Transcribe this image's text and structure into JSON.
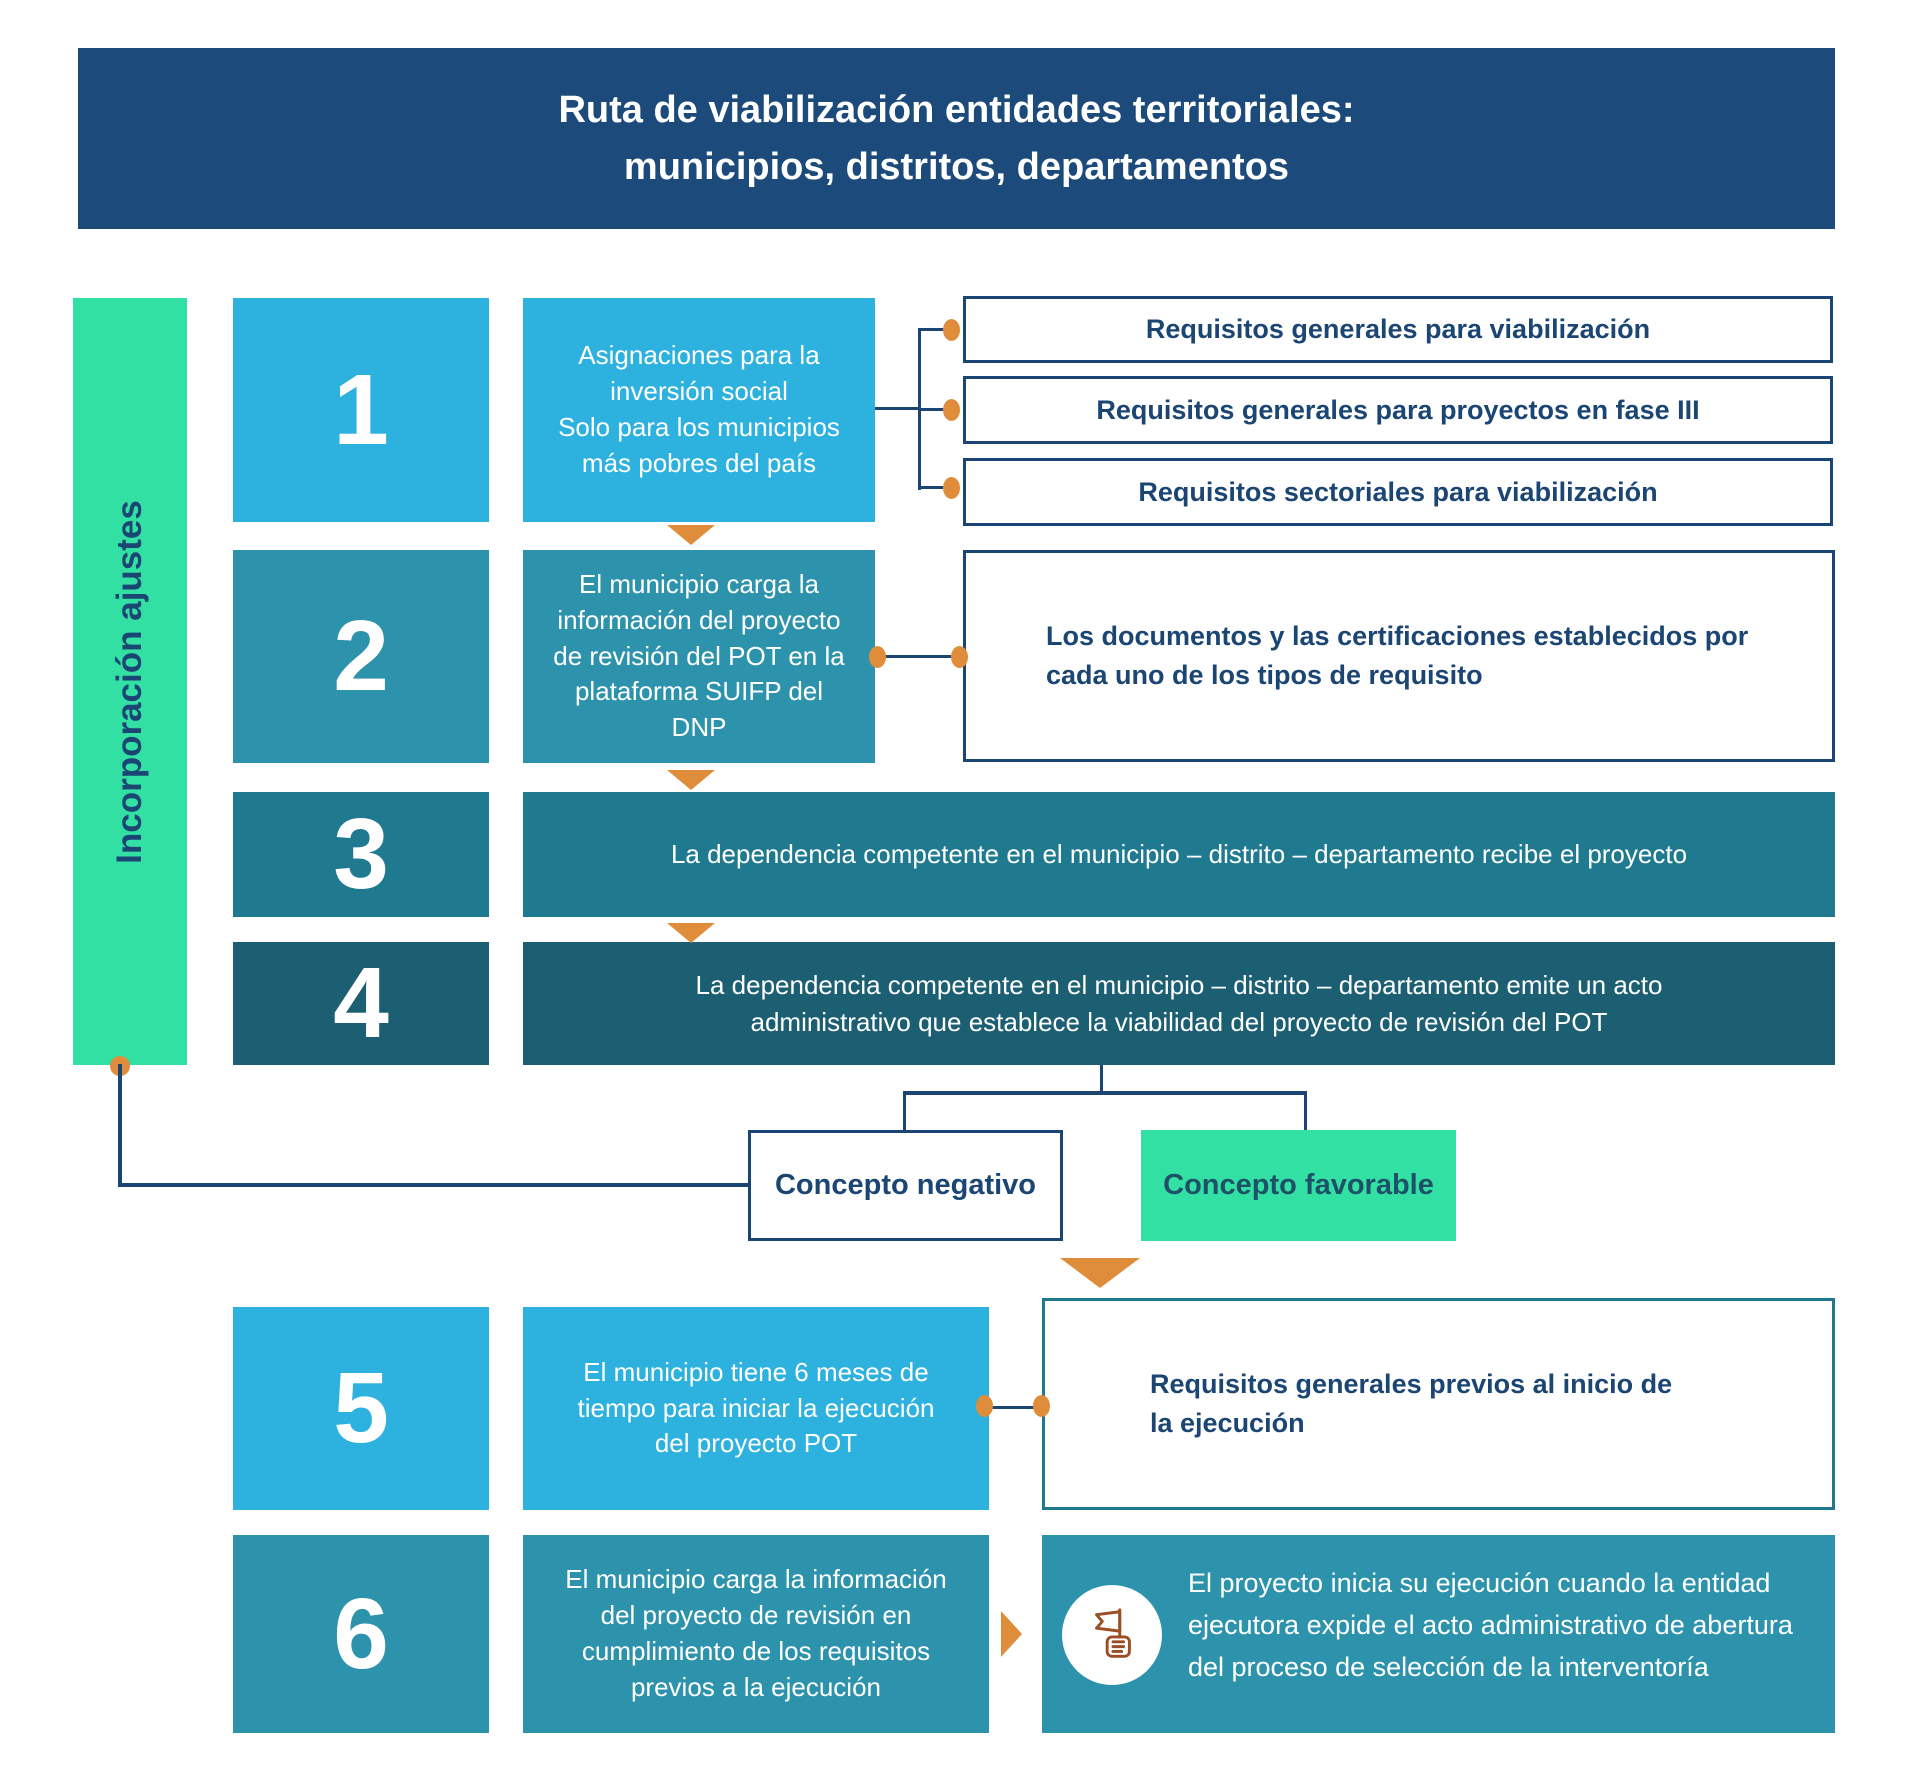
{
  "header": {
    "title": "Ruta de viabilización entidades territoriales:\nmunicipios, distritos, departamentos"
  },
  "sidebar": {
    "label": "Incorporación ajustes"
  },
  "steps": [
    {
      "number": "1",
      "text": "Asignaciones para la inversión social\nSolo para los municipios más pobres del país"
    },
    {
      "number": "2",
      "text": "El municipio carga la información del proyecto de revisión del POT en la plataforma SUIFP del DNP"
    },
    {
      "number": "3",
      "text": "La dependencia competente en el municipio – distrito – departamento recibe el proyecto"
    },
    {
      "number": "4",
      "text": "La dependencia competente en el municipio – distrito – departamento emite un acto administrativo que establece la viabilidad del proyecto de revisión del POT"
    },
    {
      "number": "5",
      "text": "El municipio tiene 6 meses de tiempo para iniciar la ejecución del proyecto POT"
    },
    {
      "number": "6",
      "text": "El municipio carga la información del proyecto de revisión en cumplimiento de los requisitos previos a la ejecución"
    }
  ],
  "requisitos": [
    "Requisitos generales para viabilización",
    "Requisitos generales para proyectos en fase III",
    "Requisitos sectoriales para viabilización"
  ],
  "documentos": "Los documentos y las certificaciones establecidos por cada uno de los tipos de requisito",
  "conceptos": {
    "negativo": "Concepto negativo",
    "favorable": "Concepto favorable"
  },
  "requisitos_ejecucion": "Requisitos generales previos al inicio de\nla ejecución",
  "inicio_ejecucion": "El proyecto inicia su ejecución cuando la entidad ejecutora expide el acto administrativo de abertura del proceso de selección de la interventoría",
  "icons": {
    "flag": "flag-in-hand-icon"
  },
  "colors": {
    "header_navy": "#1B4A7B",
    "navy_text": "#1B4572",
    "light_blue": "#2DB1DF",
    "teal": "#2D93AC",
    "teal_dark": "#1F7A8F",
    "teal_darker": "#1C5E72",
    "mint_green": "#32E0A3",
    "orange": "#E08D3B",
    "flag_brown": "#9A4E24"
  }
}
